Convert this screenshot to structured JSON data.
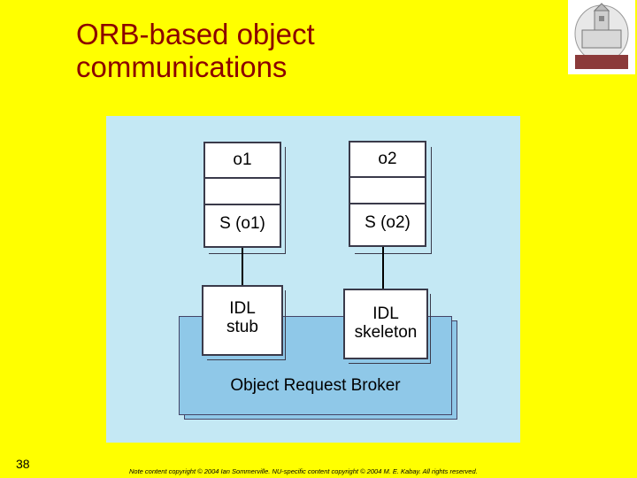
{
  "slide": {
    "title_line1": "ORB-based object",
    "title_line2": "communications",
    "page_number": "38",
    "footer": "Note content copyright © 2004 Ian Sommerville. NU-specific content copyright © 2004 M. E. Kabay. All rights reserved."
  },
  "diagram": {
    "object1": {
      "name": "o1",
      "service": "S (o1)"
    },
    "object2": {
      "name": "o2",
      "service": "S (o2)"
    },
    "stub": {
      "line1": "IDL",
      "line2": "stub"
    },
    "skeleton": {
      "line1": "IDL",
      "line2": "skeleton"
    },
    "orb_label": "Object Request Broker"
  },
  "colors": {
    "background": "#ffff00",
    "title": "#8b0000",
    "panel": "#c4e8f4",
    "orb": "#8fc8e8"
  }
}
